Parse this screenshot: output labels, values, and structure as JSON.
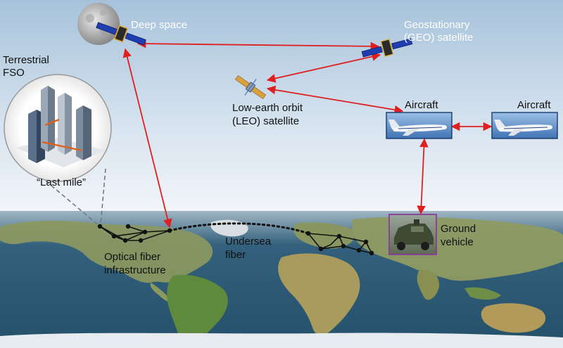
{
  "labels": {
    "terrestrial_line1": "Terrestrial",
    "terrestrial_line2": "FSO",
    "last_mile": "“Last mile”",
    "deep_space": "Deep space",
    "geo_line1": "Geostationary",
    "geo_line2": "(GEO) satellite",
    "leo_line1": "Low-earth orbit",
    "leo_line2": "(LEO) satellite",
    "aircraft_1": "Aircraft",
    "aircraft_2": "Aircraft",
    "ground_line1": "Ground",
    "ground_line2": "vehicle",
    "optical_line1": "Optical fiber",
    "optical_line2": "infrastructure",
    "undersea_line1": "Undersea",
    "undersea_line2": "fiber"
  },
  "colors": {
    "link_red": "#e02020",
    "label_white": "#ffffff",
    "label_dark": "#111111",
    "sky_top": "#a8c4dc",
    "sky_bottom": "#f4f7fb",
    "ocean": "#2c5670",
    "land": "#8a9a5a",
    "vehicle_border": "#8a3b9a"
  },
  "icons": {
    "deep_space": "moon-with-satellite-icon",
    "geo": "satellite-icon",
    "leo": "satellite-icon",
    "aircraft": "airplane-icon",
    "ground": "military-truck-icon",
    "terrestrial": "city-buildings-icon"
  }
}
